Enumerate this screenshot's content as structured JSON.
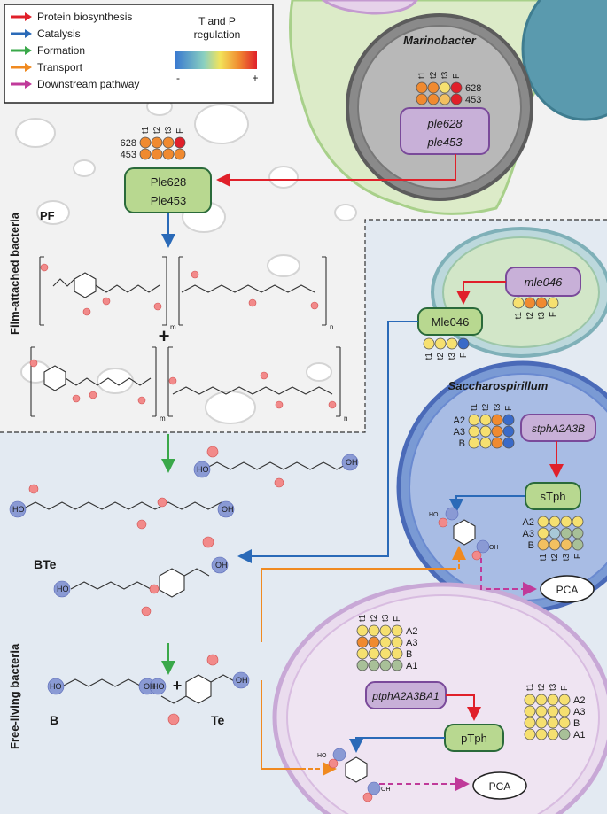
{
  "legend": {
    "items": [
      {
        "label": "Protein biosynthesis",
        "color": "#e0202a"
      },
      {
        "label": "Catalysis",
        "color": "#2a6ab8"
      },
      {
        "label": "Formation",
        "color": "#3aa84a"
      },
      {
        "label": "Transport",
        "color": "#f08a20"
      },
      {
        "label": "Downstream pathway",
        "color": "#c03a9a"
      }
    ],
    "scale_title_1": "T and P",
    "scale_title_2": "regulation",
    "scale_min": "-",
    "scale_max": "+"
  },
  "sections": {
    "film_attached": "Film-attached bacteria",
    "free_living": "Free-living bacteria"
  },
  "labels": {
    "pf": "PF",
    "bte": "BTe",
    "b": "B",
    "te": "Te",
    "plus": "+",
    "m": "m",
    "n": "n"
  },
  "organisms": {
    "marinobacter": "Marinobacter",
    "saccharospirillum": "Saccharospirillum"
  },
  "genes": {
    "ple628": "ple628",
    "ple453": "ple453",
    "mle046": "mle046",
    "stph": "stphA2A3B",
    "ptph": "ptphA2A3BA1"
  },
  "proteins": {
    "ple628": "Ple628",
    "ple453": "Ple453",
    "mle046": "Mle046",
    "stph": "sTph",
    "ptph": "pTph"
  },
  "products": {
    "pca1": "PCA",
    "pca2": "PCA"
  },
  "heat_cols": [
    "t1",
    "t2",
    "t3",
    "F"
  ],
  "heat_rows": {
    "marino": [
      "628",
      "453"
    ],
    "ple": [
      "628",
      "453"
    ],
    "sacc": [
      "A2",
      "A3",
      "B"
    ],
    "ptph": [
      "A2",
      "A3",
      "B",
      "A1"
    ]
  },
  "chem": {
    "oh": "HO",
    "oh2": "OH"
  }
}
